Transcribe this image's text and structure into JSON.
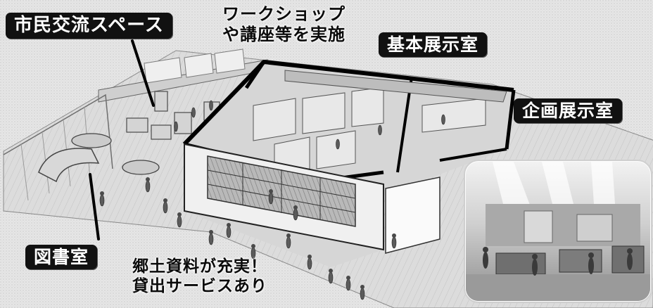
{
  "labels": {
    "civic_space": "市民交流スペース",
    "basic_exhibit": "基本展示室",
    "special_exhibit": "企画展示室",
    "library": "図書室"
  },
  "captions": {
    "workshop": [
      "ワークショップ",
      "や講座等を実施"
    ],
    "local_materials": [
      "郷土資料が充実！",
      "貸出サービスあり"
    ]
  }
}
